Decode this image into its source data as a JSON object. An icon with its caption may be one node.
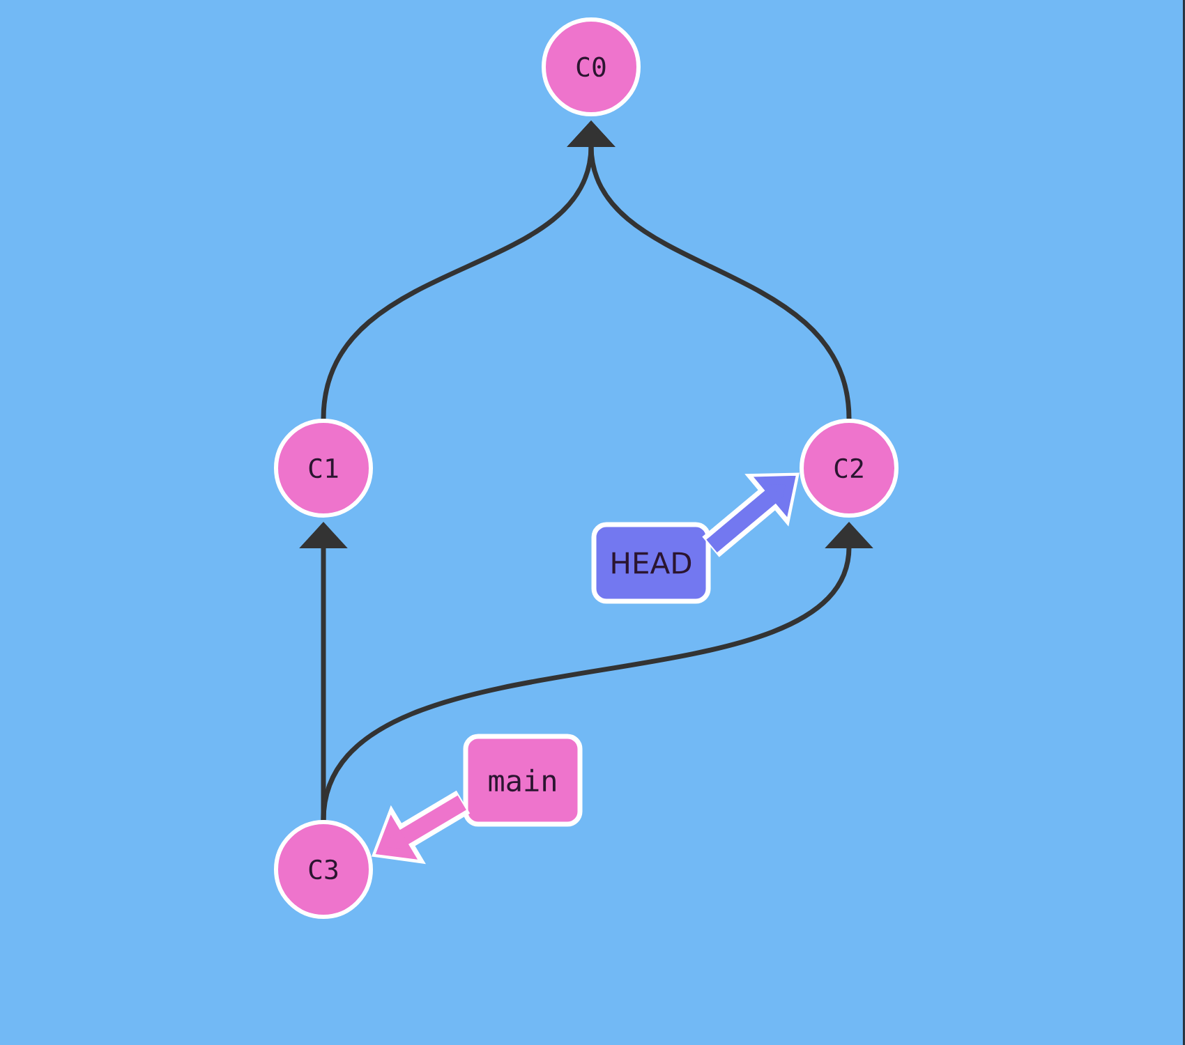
{
  "diagram": {
    "nodes": [
      {
        "text": [
          "C0"
        ]
      },
      {
        "text": [
          "C1"
        ]
      },
      {
        "text": [
          "C2"
        ]
      },
      {
        "text": [
          "C3"
        ]
      },
      {
        "text": [
          "HEAD"
        ]
      },
      {
        "text": [
          "main"
        ]
      }
    ],
    "edges": [
      {
        "from": 1,
        "to": 0,
        "arrow": "to"
      },
      {
        "from": 2,
        "to": 0,
        "arrow": "to"
      },
      {
        "from": 3,
        "to": 1,
        "arrow": "to"
      },
      {
        "from": 3,
        "to": 2,
        "arrow": "to"
      },
      {
        "from": 4,
        "to": 2,
        "arrow": "to",
        "style": "thick",
        "color": "#7378f0"
      },
      {
        "from": 5,
        "to": 3,
        "arrow": "to",
        "style": "thick",
        "color": "#ee74cc"
      }
    ]
  }
}
